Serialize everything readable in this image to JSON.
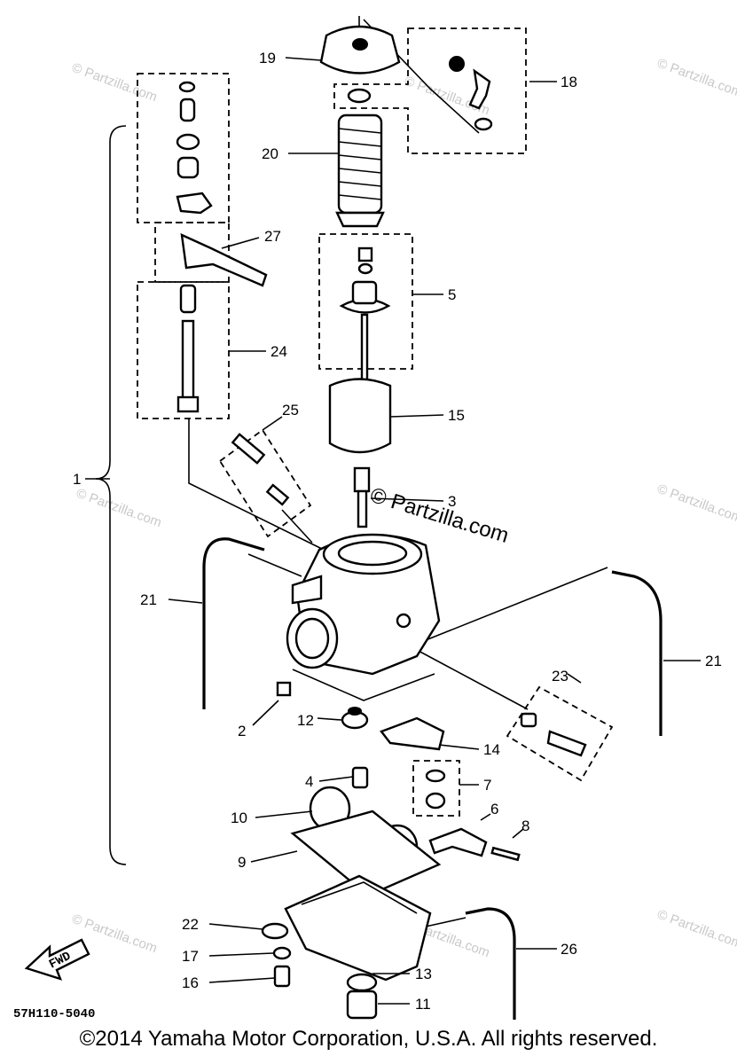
{
  "watermark": {
    "text": "© Partzilla.com",
    "main_text": "© Partzilla.com"
  },
  "diagram_code": "57H110-5040",
  "fwd_label": "FWD",
  "copyright": "©2014  Yamaha Motor Corporation, U.S.A. All rights reserved.",
  "callouts": {
    "c1": "1",
    "c2": "2",
    "c3": "3",
    "c4": "4",
    "c5": "5",
    "c6": "6",
    "c7": "7",
    "c8": "8",
    "c9": "9",
    "c10": "10",
    "c11": "11",
    "c12": "12",
    "c13": "13",
    "c14": "14",
    "c15": "15",
    "c16": "16",
    "c17": "17",
    "c18": "18",
    "c19": "19",
    "c20": "20",
    "c21a": "21",
    "c21b": "21",
    "c22": "22",
    "c23": "23",
    "c24": "24",
    "c25": "25",
    "c26": "26",
    "c27": "27"
  }
}
